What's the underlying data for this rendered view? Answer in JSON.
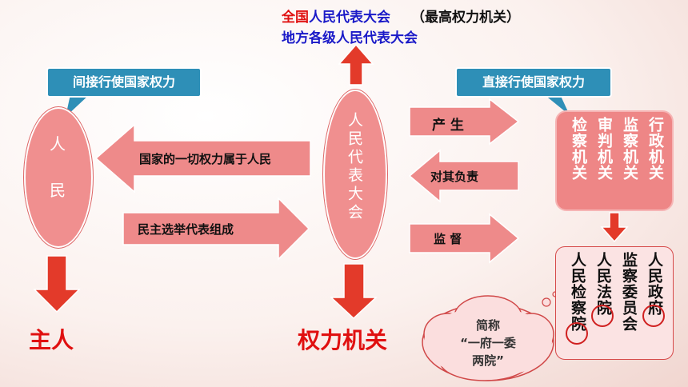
{
  "header": {
    "nat_red": "全国",
    "nat_blue": "人民代表大会",
    "nat_note": "（最高权力机关）",
    "local": "地方各级人民代表大会"
  },
  "callouts": {
    "indirect": "间接行使国家权力",
    "direct": "直接行使国家权力"
  },
  "people": {
    "label_top": "人",
    "label_bottom": "民",
    "result": "主人"
  },
  "congress": {
    "label": "人民代表大会",
    "result": "权力机关"
  },
  "flows": {
    "belongs": "国家的一切权力属于人民",
    "elect": "民主选举代表组成",
    "produce": "产 生",
    "accountable": "对其负责",
    "supervise": "监 督"
  },
  "organs_top": [
    "行政机关",
    "监察机关",
    "审判机关",
    "检察机关"
  ],
  "organs_bottom": [
    "人民政府",
    "监察委员会",
    "人民法院",
    "人民检察院"
  ],
  "cloud": {
    "line1": "简称",
    "line2": "“一府一委",
    "line3": "两院”"
  },
  "colors": {
    "arrow_fill": "#ee8a8a",
    "callout_blue": "#2e8fb7",
    "accent_red": "#e01010",
    "arrow_red": "#e33a2a"
  }
}
